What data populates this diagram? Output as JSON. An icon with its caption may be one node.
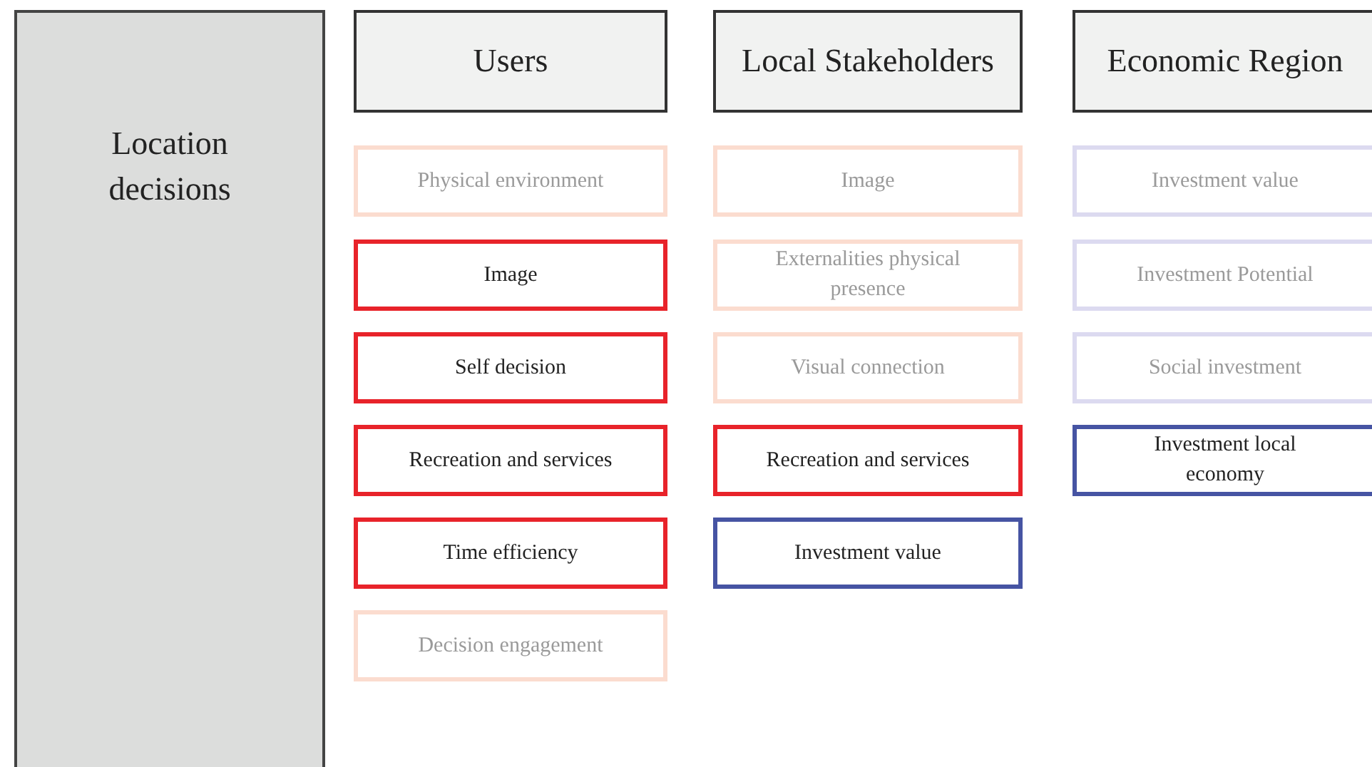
{
  "diagram": {
    "nodes": [
      {
        "text": [
          "Location decisions"
        ]
      },
      {
        "text": [
          "Users"
        ]
      },
      {
        "text": [
          "Local Stakeholders"
        ]
      },
      {
        "text": [
          "Economic Region"
        ]
      },
      {
        "text": [
          "Physical environment"
        ]
      },
      {
        "text": [
          "Image"
        ]
      },
      {
        "text": [
          "Self decision"
        ]
      },
      {
        "text": [
          "Recreation and services"
        ]
      },
      {
        "text": [
          "Time efficiency"
        ]
      },
      {
        "text": [
          "Decision engagement"
        ]
      },
      {
        "text": [
          "Image"
        ]
      },
      {
        "text": [
          "Externalities physical presence"
        ]
      },
      {
        "text": [
          "Visual connection"
        ]
      },
      {
        "text": [
          "Recreation and services"
        ]
      },
      {
        "text": [
          "Investment value"
        ]
      },
      {
        "text": [
          "Investment value"
        ]
      },
      {
        "text": [
          "Investment Potential"
        ]
      },
      {
        "text": [
          "Social investment"
        ]
      },
      {
        "text": [
          "Investment local economy"
        ]
      }
    ]
  }
}
